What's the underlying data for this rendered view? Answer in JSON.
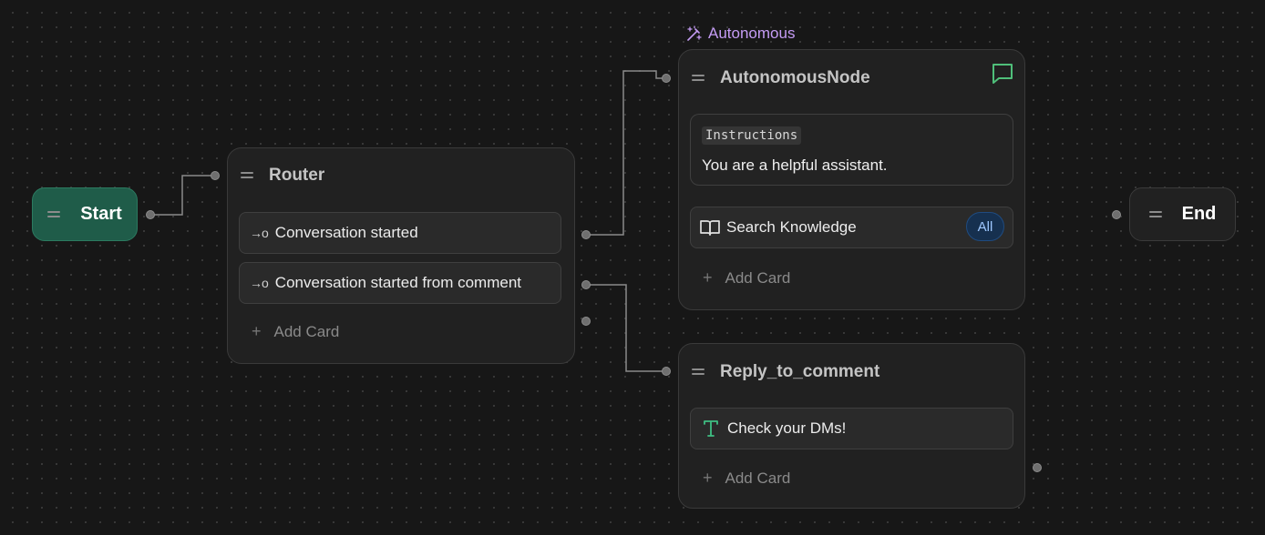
{
  "start_node": {
    "label": "Start",
    "color": "#1f5c49"
  },
  "end_node": {
    "label": "End"
  },
  "router": {
    "title": "Router",
    "cards": [
      {
        "label": "Conversation started",
        "icon": "→o"
      },
      {
        "label": "Conversation started from comment",
        "icon": "→o"
      }
    ],
    "add_card": "Add Card"
  },
  "autonomous": {
    "type_label": "Autonomous",
    "type_color": "#c59cf5",
    "title": "AutonomousNode",
    "chat_icon_color": "#4fbf7a",
    "instructions_tag": "Instructions",
    "instructions_text": "You are a helpful assistant.",
    "tool_card": {
      "label": "Search Knowledge",
      "badge": "All"
    },
    "add_card": "Add Card"
  },
  "reply": {
    "title": "Reply_to_comment",
    "text_card": {
      "label": "Check your DMs!",
      "icon_color": "#3fbf83"
    },
    "add_card": "Add Card"
  }
}
